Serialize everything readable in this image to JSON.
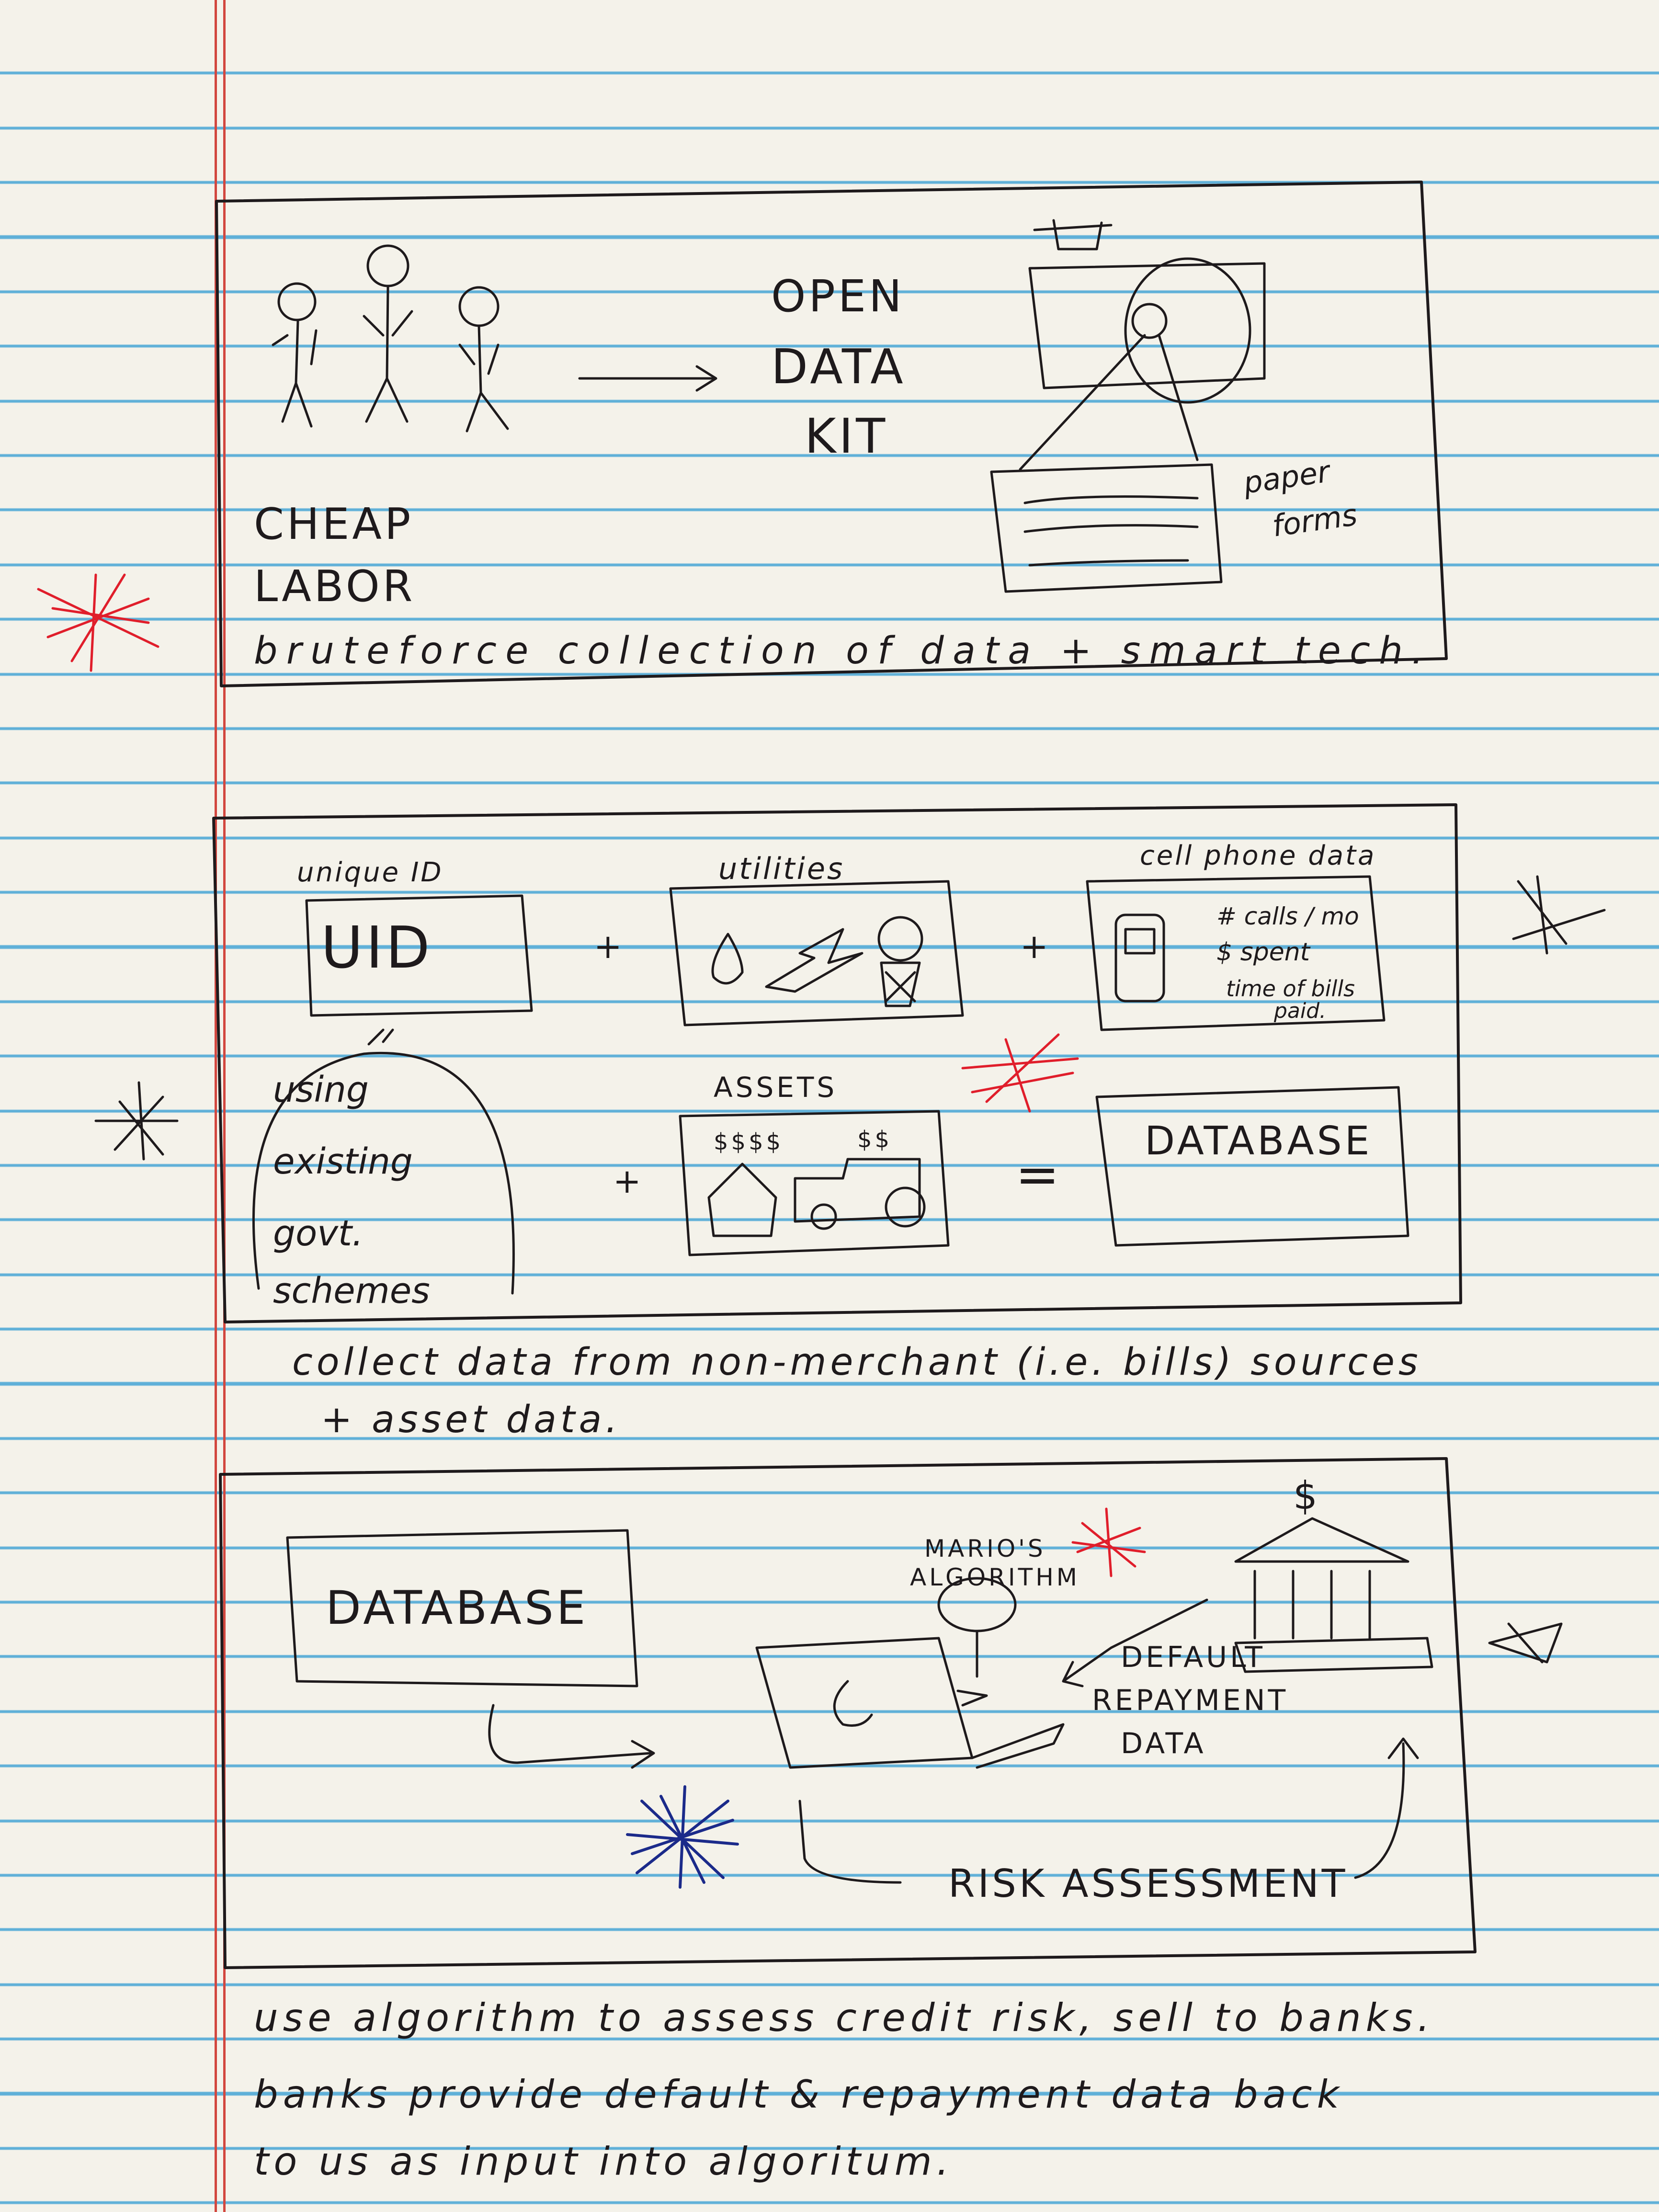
{
  "panel1": {
    "title_lines": [
      "OPEN",
      "DATA",
      "KIT"
    ],
    "left_label_lines": [
      "CHEAP",
      "LABOR"
    ],
    "paper_forms_lines": [
      "paper",
      "forms"
    ],
    "caption": "bruteforce collection of data + smart tech."
  },
  "panel2": {
    "uid_header": "unique ID",
    "uid_text": "UID",
    "utilities_header": "utilities",
    "phone_header": "cell phone data",
    "phone_lines": [
      "# calls / mo",
      "$ spent",
      "time of bills",
      "paid."
    ],
    "assets_header": "ASSETS",
    "assets_money": [
      "$$$$",
      "$$"
    ],
    "database_text": "DATABASE",
    "schemes_lines": [
      "using",
      "existing",
      "govt.",
      "schemes"
    ],
    "operators": [
      "+",
      "+",
      "+",
      "="
    ],
    "caption_lines": [
      "collect data from non-merchant (i.e. bills) sources",
      "+ asset data."
    ]
  },
  "panel3": {
    "database_text": "DATABASE",
    "algorithm_lines": [
      "MARIO'S",
      "ALGORITHM"
    ],
    "bank_symbol": "$",
    "default_lines": [
      "DEFAULT",
      "REPAYMENT",
      "DATA"
    ],
    "risk_text": "RISK ASSESSMENT"
  },
  "bottom_caption_lines": [
    "use algorithm to assess credit risk, sell to banks.",
    "banks provide default & repayment data back",
    "to us as input into algoritum."
  ]
}
